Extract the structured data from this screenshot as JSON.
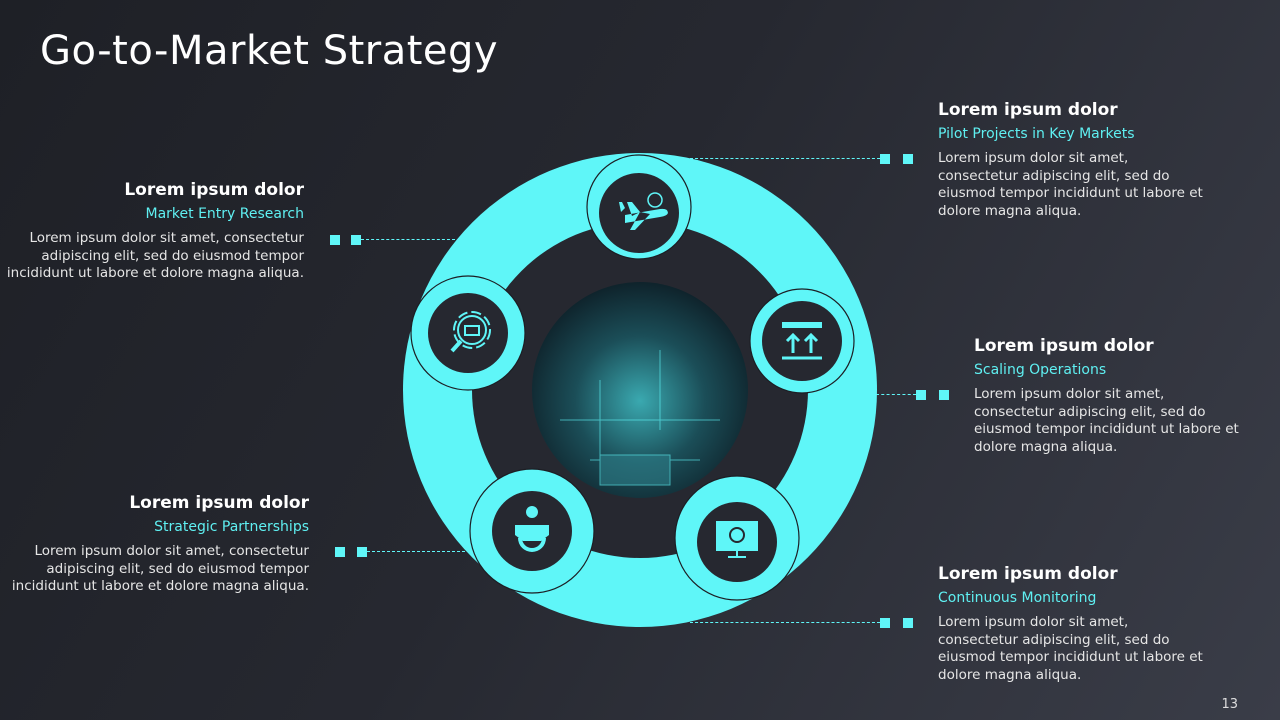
{
  "title": "Go-to-Market Strategy",
  "page_number": "13",
  "accent": "#5ff6f8",
  "steps": [
    {
      "heading": "Lorem ipsum dolor",
      "subtitle": "Market Entry Research",
      "body": "Lorem ipsum dolor sit amet, consectetur adipiscing elit, sed do eiusmod tempor incididunt ut labore et dolore magna aliqua.",
      "icon": "store-search-icon"
    },
    {
      "heading": "Lorem ipsum dolor",
      "subtitle": "Pilot Projects in Key Markets",
      "body": "Lorem ipsum dolor sit amet, consectetur adipiscing elit, sed do eiusmod tempor incididunt ut labore et dolore magna aliqua.",
      "icon": "airplane-person-icon"
    },
    {
      "heading": "Lorem ipsum dolor",
      "subtitle": "Scaling Operations",
      "body": "Lorem ipsum dolor sit amet, consectetur adipiscing elit, sed do eiusmod tempor incididunt ut labore et dolore magna aliqua.",
      "icon": "scale-up-arrows-icon"
    },
    {
      "heading": "Lorem ipsum dolor",
      "subtitle": "Strategic Partnerships",
      "body": "Lorem ipsum dolor sit amet, consectetur adipiscing elit, sed do eiusmod tempor incididunt ut labore et dolore magna aliqua.",
      "icon": "handshake-gear-icon"
    },
    {
      "heading": "Lorem ipsum dolor",
      "subtitle": "Continuous Monitoring",
      "body": "Lorem ipsum dolor sit amet, consectetur adipiscing elit, sed do eiusmod tempor incididunt ut labore et dolore magna aliqua.",
      "icon": "monitor-search-icon"
    }
  ]
}
